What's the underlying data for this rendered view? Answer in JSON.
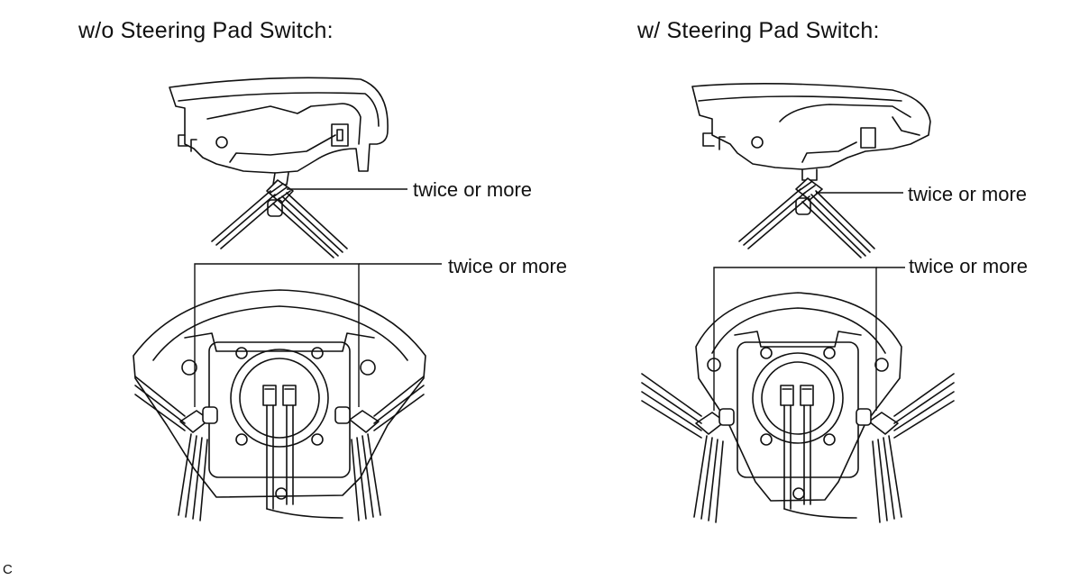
{
  "panels": [
    {
      "title": "w/o Steering Pad Switch:",
      "callout_top": "twice or more",
      "callout_bottom": "twice or more"
    },
    {
      "title": "w/ Steering Pad Switch:",
      "callout_top": "twice or more",
      "callout_bottom": "twice or more"
    }
  ],
  "corner_label": "C"
}
